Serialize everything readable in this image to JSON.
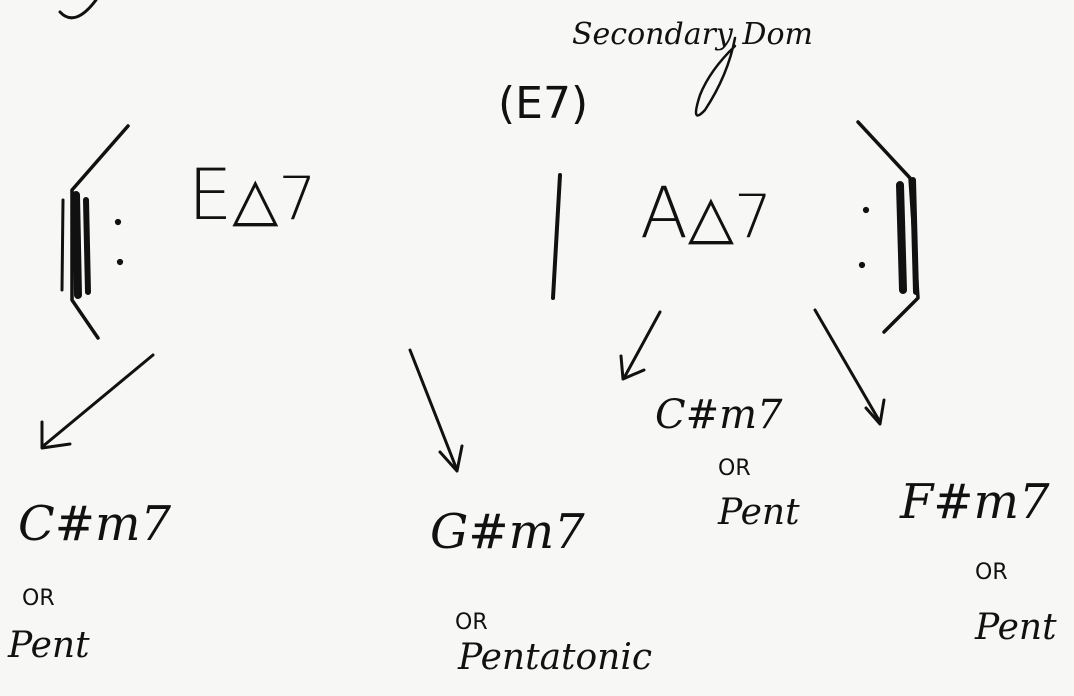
{
  "annotation": {
    "secondary_dom": "Secondary Dom",
    "e7": "(E7)"
  },
  "progression": {
    "chord1_root": "E",
    "chord1_quality": "△7",
    "chord2_root": "A",
    "chord2_quality": "△7"
  },
  "targets": [
    {
      "chord": "C#m7",
      "or": "OR",
      "alt": "Pent"
    },
    {
      "chord": "G#m7",
      "or": "OR",
      "alt": "Pentatonic"
    },
    {
      "chord": "C#m7",
      "or": "OR",
      "alt": "Pent"
    },
    {
      "chord": "F#m7",
      "or": "OR",
      "alt": "Pent"
    }
  ]
}
